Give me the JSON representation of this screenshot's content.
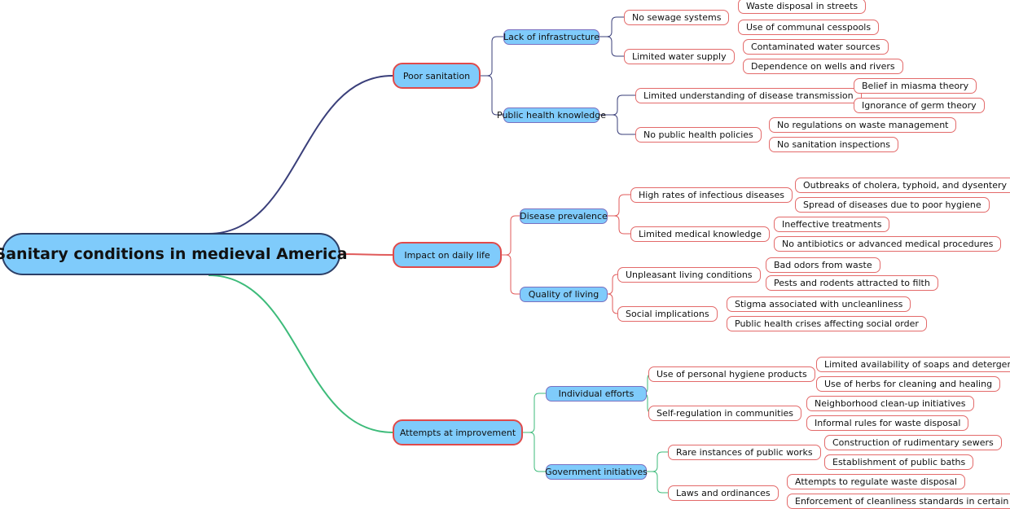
{
  "root": "Sanitary conditions in medieval America",
  "branches": [
    {
      "label": "Poor sanitation",
      "color": "#3a3f7a",
      "children": [
        {
          "label": "Lack of infrastructure",
          "children": [
            {
              "label": "No sewage systems",
              "children": [
                "Waste disposal in streets",
                "Use of communal cesspools"
              ]
            },
            {
              "label": "Limited water supply",
              "children": [
                "Contaminated water sources",
                "Dependence on wells and rivers"
              ]
            }
          ]
        },
        {
          "label": "Public health knowledge",
          "children": [
            {
              "label": "Limited understanding of disease transmission",
              "children": [
                "Belief in miasma theory",
                "Ignorance of germ theory"
              ]
            },
            {
              "label": "No public health policies",
              "children": [
                "No regulations on waste management",
                "No sanitation inspections"
              ]
            }
          ]
        }
      ]
    },
    {
      "label": "Impact on daily life",
      "color": "#e05a5a",
      "children": [
        {
          "label": "Disease prevalence",
          "children": [
            {
              "label": "High rates of infectious diseases",
              "children": [
                "Outbreaks of cholera, typhoid, and dysentery",
                "Spread of diseases due to poor hygiene"
              ]
            },
            {
              "label": "Limited medical knowledge",
              "children": [
                "Ineffective treatments",
                "No antibiotics or advanced medical procedures"
              ]
            }
          ]
        },
        {
          "label": "Quality of living",
          "children": [
            {
              "label": "Unpleasant living conditions",
              "children": [
                "Bad odors from waste",
                "Pests and rodents attracted to filth"
              ]
            },
            {
              "label": "Social implications",
              "children": [
                "Stigma associated with uncleanliness",
                "Public health crises affecting social order"
              ]
            }
          ]
        }
      ]
    },
    {
      "label": "Attempts at improvement",
      "color": "#3dbb7a",
      "children": [
        {
          "label": "Individual efforts",
          "children": [
            {
              "label": "Use of personal hygiene products",
              "children": [
                "Limited availability of soaps and detergents",
                "Use of herbs for cleaning and healing"
              ]
            },
            {
              "label": "Self-regulation in communities",
              "children": [
                "Neighborhood clean-up initiatives",
                "Informal rules for waste disposal"
              ]
            }
          ]
        },
        {
          "label": "Government initiatives",
          "children": [
            {
              "label": "Rare instances of public works",
              "children": [
                "Construction of rudimentary sewers",
                "Establishment of public baths"
              ]
            },
            {
              "label": "Laws and ordinances",
              "children": [
                "Attempts to regulate waste disposal",
                "Enforcement of cleanliness standards in certain areas"
              ]
            }
          ]
        }
      ]
    }
  ]
}
